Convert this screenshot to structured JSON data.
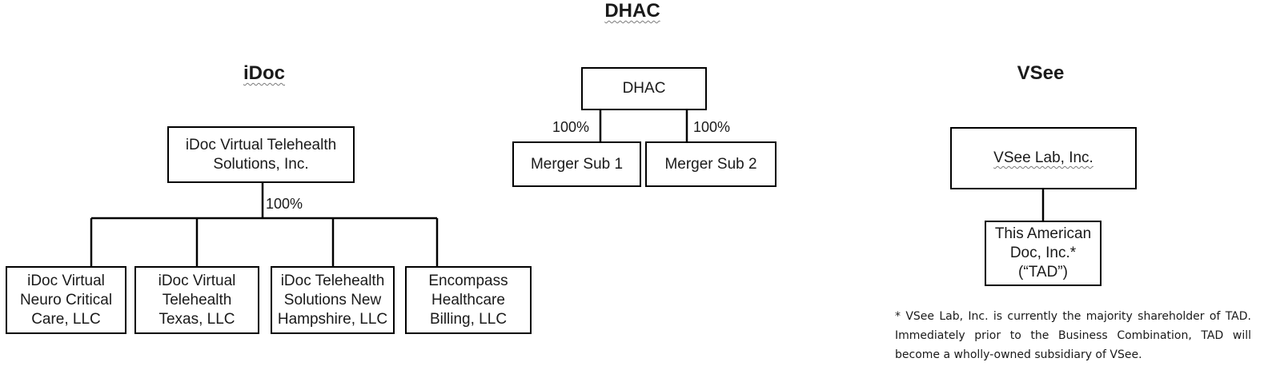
{
  "header": {
    "title": "DHAC"
  },
  "idoc": {
    "section_title": "iDoc",
    "parent": {
      "line1": "iDoc Virtual Telehealth",
      "line2": "Solutions, Inc."
    },
    "ownership": "100%",
    "subsidiaries": [
      {
        "line1": "iDoc Virtual",
        "line2": "Neuro Critical",
        "line3": "Care, LLC"
      },
      {
        "line1": "iDoc Virtual",
        "line2": "Telehealth",
        "line3": "Texas, LLC"
      },
      {
        "line1": "iDoc Telehealth",
        "line2": "Solutions New",
        "line3": "Hampshire, LLC"
      },
      {
        "line1": "Encompass",
        "line2": "Healthcare",
        "line3": "Billing, LLC"
      }
    ]
  },
  "dhac": {
    "parent": "DHAC",
    "ownership_left": "100%",
    "ownership_right": "100%",
    "merger_sub_1": "Merger Sub 1",
    "merger_sub_2": "Merger Sub 2"
  },
  "vsee": {
    "section_title": "VSee",
    "parent": "VSee Lab, Inc.",
    "child": {
      "line1": "This American",
      "line2": "Doc, Inc.*",
      "line3": "(“TAD”)"
    },
    "footnote": "* VSee Lab, Inc. is currently the majority shareholder of TAD. Immediately prior to the Business Combination, TAD will become a wholly-owned subsidiary of VSee."
  }
}
